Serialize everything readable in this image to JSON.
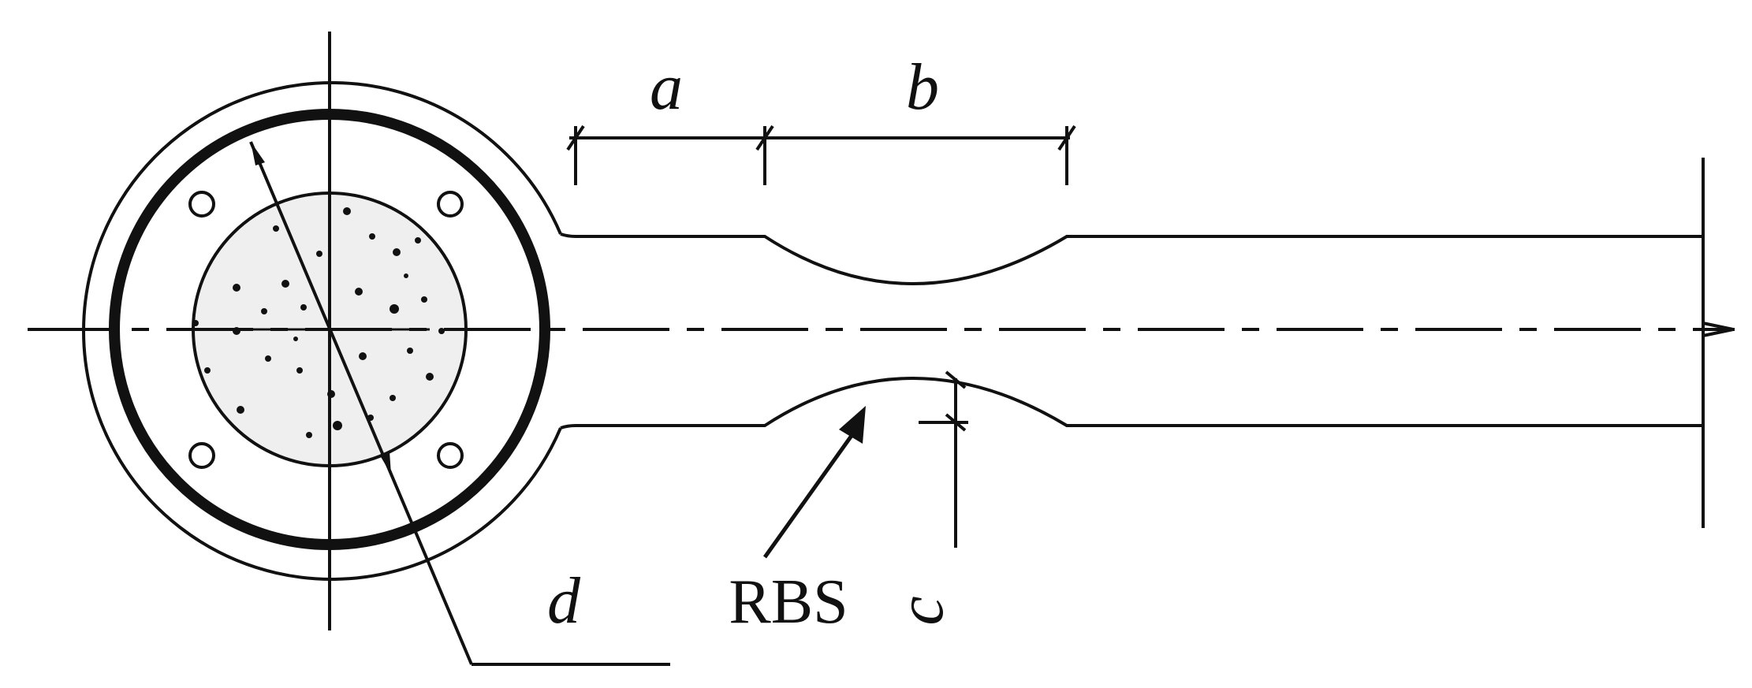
{
  "labels": {
    "a": "a",
    "b": "b",
    "c": "c",
    "d": "d",
    "rbs": "RBS"
  },
  "colors": {
    "ink": "#111111",
    "concrete": "#efefef",
    "background": "#ffffff"
  }
}
